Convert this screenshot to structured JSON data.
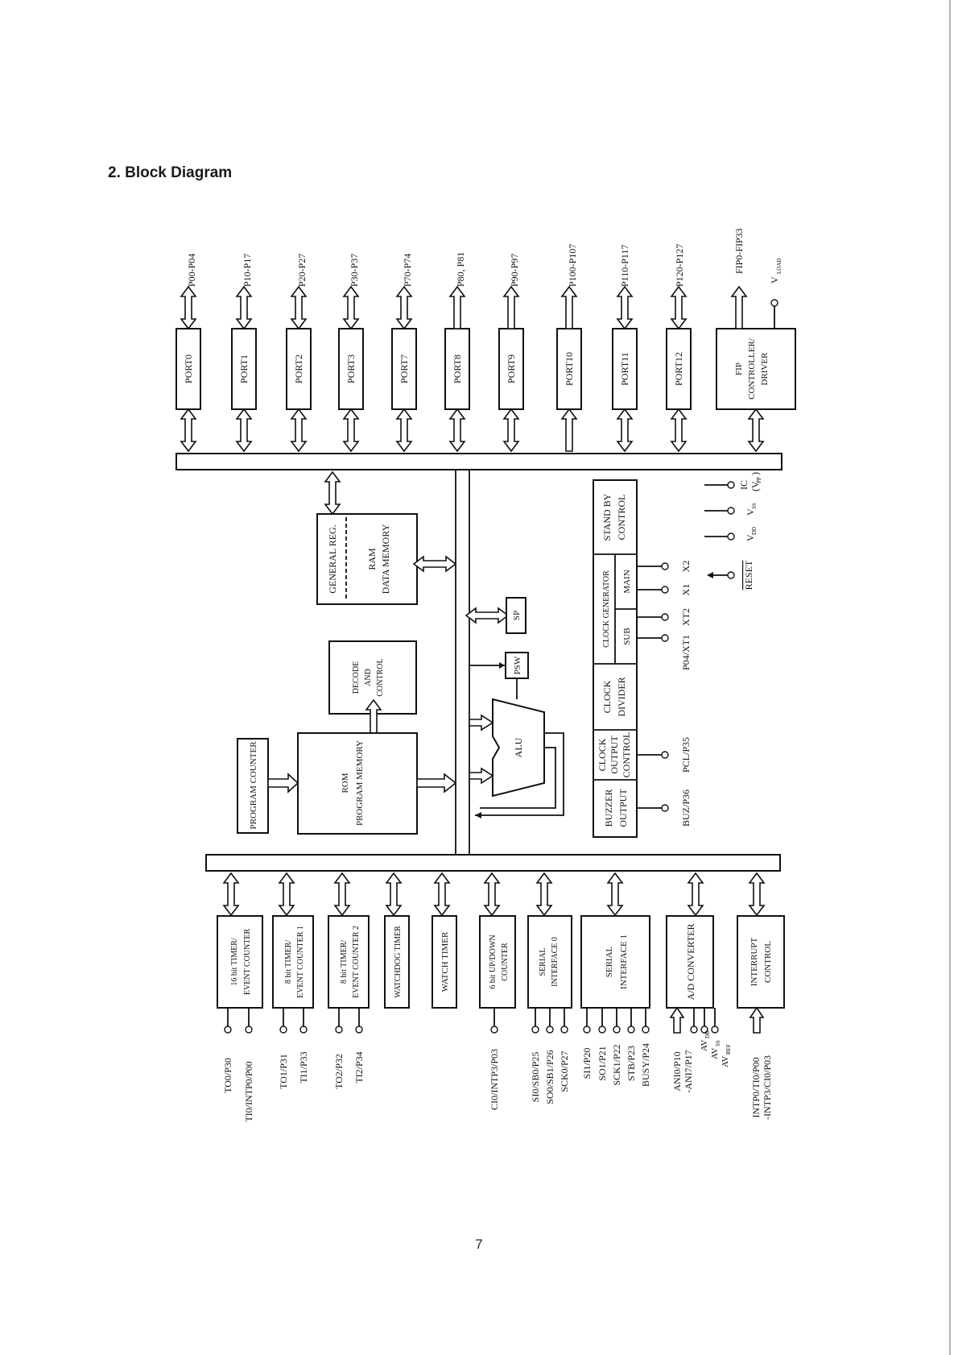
{
  "heading": "2. Block Diagram",
  "page_number": "7",
  "ports": [
    {
      "block": "PORT0",
      "pins": "P00-P04"
    },
    {
      "block": "PORT1",
      "pins": "P10-P17"
    },
    {
      "block": "PORT2",
      "pins": "P20-P27"
    },
    {
      "block": "PORT3",
      "pins": "P30-P37"
    },
    {
      "block": "PORT7",
      "pins": "P70-P74"
    },
    {
      "block": "PORT8",
      "pins": "P80, P81"
    },
    {
      "block": "PORT9",
      "pins": "P90-P97"
    },
    {
      "block": "PORT10",
      "pins": "P100-P107"
    },
    {
      "block": "PORT11",
      "pins": "P110-P117"
    },
    {
      "block": "PORT12",
      "pins": "P120-P127"
    }
  ],
  "fip": {
    "line1": "FIP",
    "line2": "CONTROLLER/",
    "line3": "DRIVER",
    "pins": "FIP0-FIP33",
    "vload": "V",
    "vload_sub": "LOAD"
  },
  "core": {
    "general_reg": "GENERAL REG.",
    "ram1": "RAM",
    "ram2": "DATA MEMORY",
    "decode1": "DECODE",
    "decode2": "AND",
    "decode3": "CONTROL",
    "program_counter": "PROGRAM COUNTER",
    "rom1": "ROM",
    "rom2": "PROGRAM MEMORY",
    "sp": "SP",
    "psw": "PSW",
    "alu": "ALU"
  },
  "clock": {
    "standby1": "STAND BY",
    "standby2": "CONTROL",
    "generator": "CLOCK GENERATOR",
    "main": "MAIN",
    "sub": "SUB",
    "divider1": "CLOCK",
    "divider2": "DIVIDER",
    "output1": "CLOCK",
    "output2": "OUTPUT",
    "output3": "CONTROL",
    "buzzer1": "BUZZER",
    "buzzer2": "OUTPUT",
    "x2": "X2",
    "x1": "X1",
    "xt2": "XT2",
    "xt1": "P04/XT1",
    "pcl": "PCL/P35",
    "buz": "BUZ/P36"
  },
  "power": {
    "ic": "IC",
    "vpp": "(V",
    "vpp_sub": "PP",
    "vpp_close": ")",
    "vss": "V",
    "vss_sub": "SS",
    "vdd": "V",
    "vdd_sub": "DD",
    "reset": "RESET"
  },
  "peripherals": [
    {
      "line1": "16 bit TIMER/",
      "line2": "EVENT COUNTER",
      "pins": [
        "TO0/P30",
        "TI0/INTP0/P00"
      ]
    },
    {
      "line1": "8 bit TIMER/",
      "line2": "EVENT COUNTER 1",
      "pins": [
        "TO1/P31",
        "TI1/P33"
      ]
    },
    {
      "line1": "8 bit TIMER/",
      "line2": "EVENT COUNTER 2",
      "pins": [
        "TO2/P32",
        "TI2/P34"
      ]
    },
    {
      "line1": "WATCHDOG TIMER",
      "line2": "",
      "pins": []
    },
    {
      "line1": "WATCH TIMER",
      "line2": "",
      "pins": []
    },
    {
      "line1": "6 bit UP/DOWN",
      "line2": "COUNTER",
      "pins": [
        "CI0/INTP3/P03"
      ]
    },
    {
      "line1": "SERIAL",
      "line2": "INTERFACE 0",
      "pins": [
        "SI0/SB0/P25",
        "SO0/SB1/P26",
        "SCK0/P27"
      ]
    },
    {
      "line1": "SERIAL",
      "line2": "INTERFACE 1",
      "pins": [
        "SI1/P20",
        "SO1/P21",
        "SCK1/P22",
        "STB/P23",
        "BUSY/P24"
      ]
    },
    {
      "line1": "A/D CONVERTER",
      "line2": "",
      "pins": [
        "ANI0/P10",
        "-ANI7/P17"
      ]
    },
    {
      "line1": "INTERRUPT",
      "line2": "CONTROL",
      "pins": [
        "INTP0/TI0/P00",
        "-INTP3/CI0/P03"
      ]
    }
  ],
  "adc_refs": {
    "avdd": "AV",
    "avdd_sub": "DD",
    "avss": "AV",
    "avss_sub": "SS",
    "avref": "AV",
    "avref_sub": "REF"
  }
}
